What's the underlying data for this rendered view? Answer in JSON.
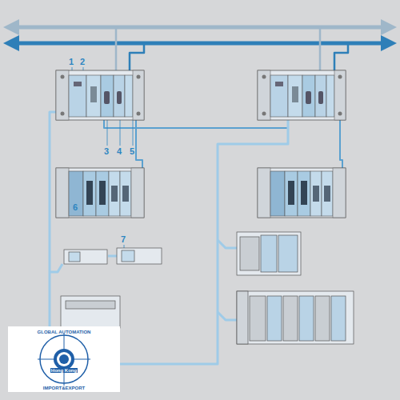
{
  "diagram": {
    "labels": [
      "1",
      "2",
      "3",
      "4",
      "5",
      "6",
      "7",
      "GLOBAL AUTOMATION",
      "Hong Kong",
      "IMPORT&EXPORT"
    ]
  }
}
